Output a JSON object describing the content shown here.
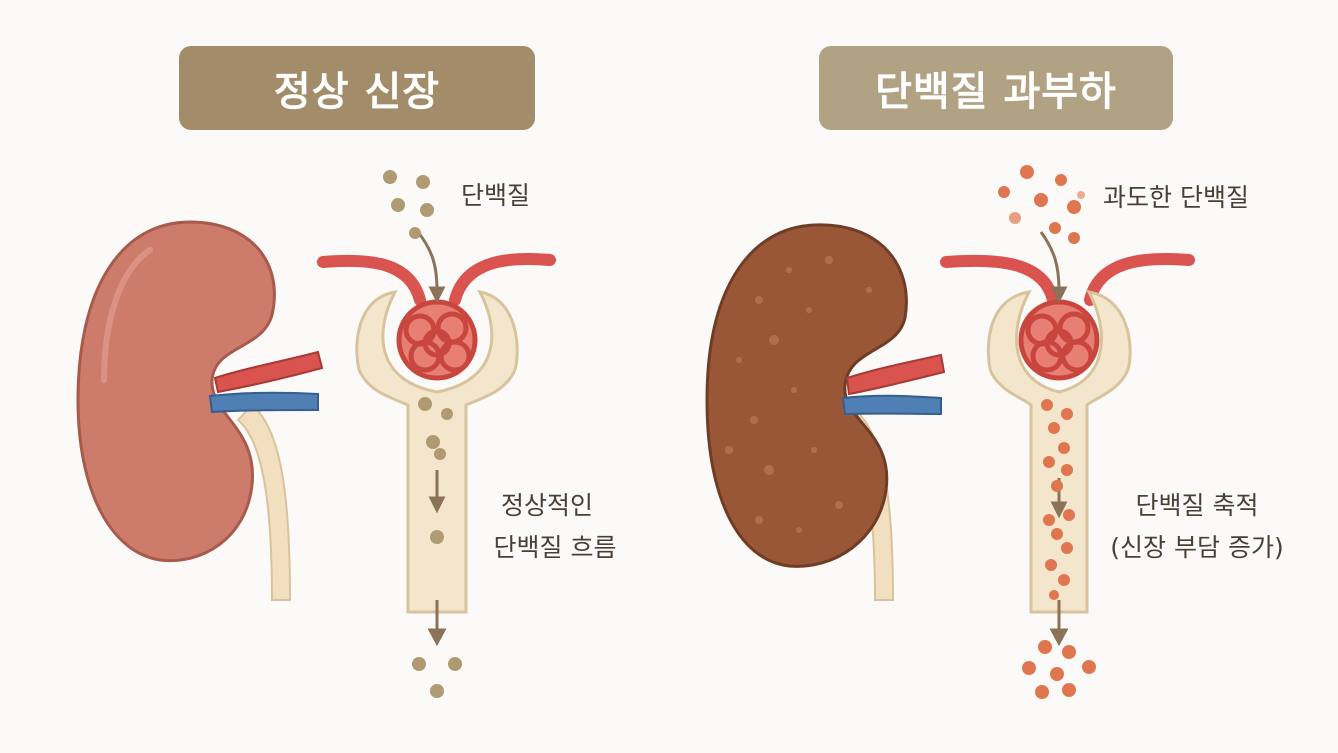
{
  "colors": {
    "normal_badge": "#a38c69",
    "overload_badge": "#b1a284",
    "normal_kidney": "#cd7c6c",
    "overload_kidney": "#9a5738",
    "tubule": "#f4e6cc",
    "artery": "#d9534f",
    "vein": "#4f7fb3",
    "normal_protein": "#b09a72",
    "excess_protein": "#e0764f"
  },
  "normal": {
    "title": "정상 신장",
    "protein_label": "단백질",
    "flow_label_line1": "정상적인",
    "flow_label_line2": "단백질 흐름"
  },
  "overload": {
    "title": "단백질 과부하",
    "protein_label": "과도한 단백질",
    "accum_label_line1": "단백질 축적",
    "accum_label_line2": "(신장 부담 증가)"
  }
}
